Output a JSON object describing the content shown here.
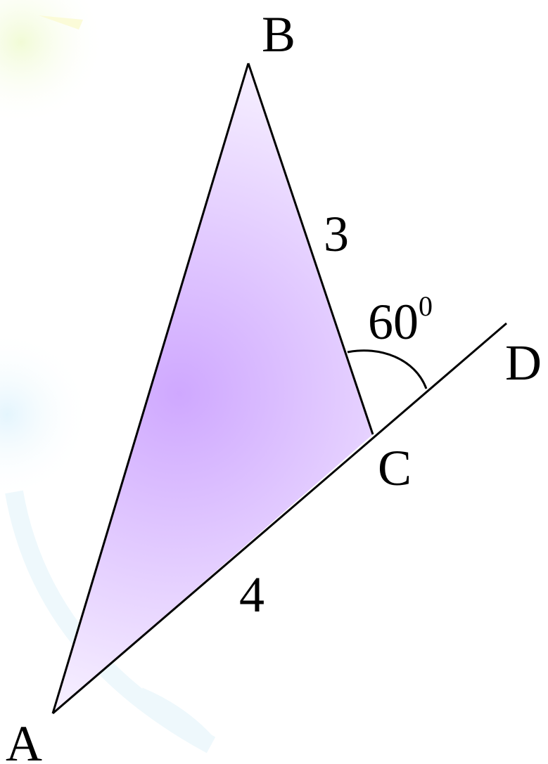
{
  "diagram": {
    "vertices": {
      "a": "A",
      "b": "B",
      "c": "C",
      "d": "D"
    },
    "sides": {
      "bc": "3",
      "ac": "4"
    },
    "angle": {
      "value": "60",
      "superscript": "0"
    }
  },
  "colors": {
    "fill_center": "#cfa8ff",
    "fill_edge": "#f6efff",
    "stroke": "#000000"
  }
}
